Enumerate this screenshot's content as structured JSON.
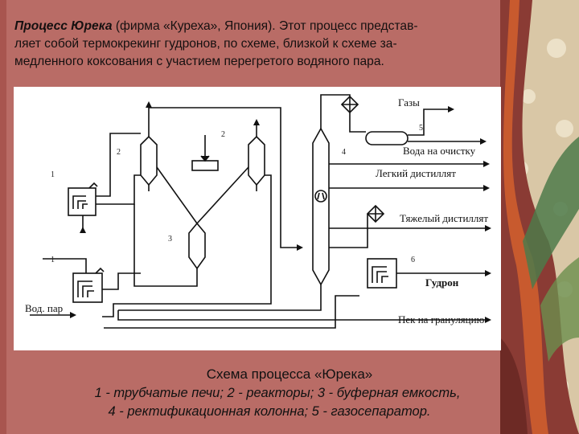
{
  "header": {
    "title_bold": "Процесс Юрека",
    "title_rest": " (фирма «Куреха», Япония). Этот процесс представ-",
    "line2": "ляет собой термокрекинг гудронов, по схеме, близкой к схеме за-",
    "line3": "медленного коксования с участием перегретого водяного пара."
  },
  "diagram": {
    "labels": {
      "gases": "Газы",
      "water_cleaning": "Вода на очистку",
      "light_distillate": "Легкий дистиллят",
      "heavy_distillate": "Тяжелый дистиллят",
      "tar": "Гудрон",
      "water_steam": "Вод. пар",
      "pitch": "Пек на грануляцию"
    },
    "numbers": {
      "n1a": "1",
      "n1b": "1",
      "n2a": "2",
      "n2b": "2",
      "n3": "3",
      "n4": "4",
      "n5": "5",
      "n6": "6"
    }
  },
  "caption": {
    "title": "Схема процесса «Юрека»",
    "line1": "1 - трубчатые печи; 2 - реакторы; 3 - буферная емкость,",
    "line2": "4 - ректификационная колонна; 5 - газосепаратор."
  }
}
